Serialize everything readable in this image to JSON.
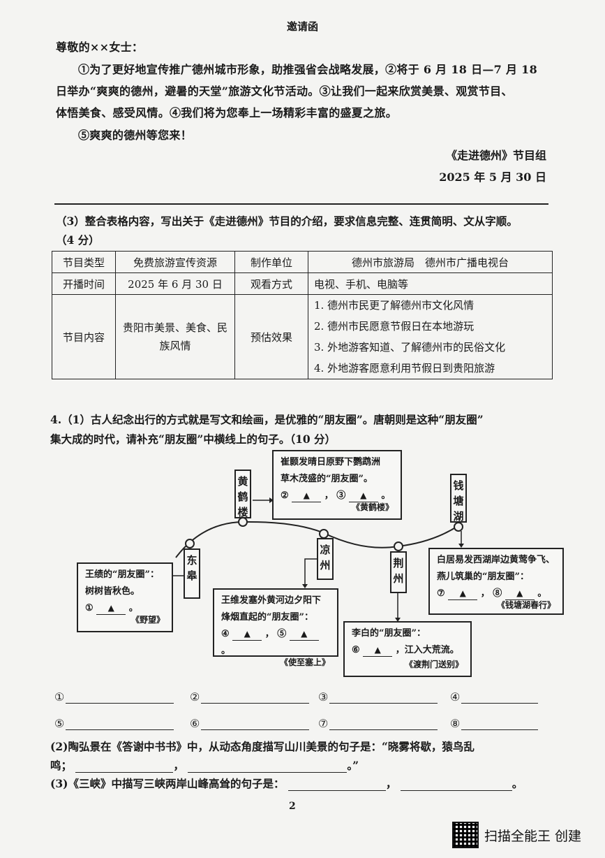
{
  "letter": {
    "title": "邀请函",
    "salutation": "尊敬的××女士：",
    "body_lines": [
      "①为了更好地宣传推广德州城市形象，助推强省会战略发展，②将于 6 月 18 日—7 月 18",
      "日举办“爽爽的德州，避暑的天堂”旅游文化节活动。③让我们一起来欣赏美景、观赏节目、",
      "体悟美食、感受风情。④我们将为您奉上一场精彩丰富的盛夏之旅。",
      "⑤爽爽的德州等您来！"
    ],
    "signature": "《走进德州》节目组",
    "date": "2025 年 5 月 30 日"
  },
  "question3": {
    "prompt": "（3）整合表格内容，写出关于《走进德州》节目的介绍，要求信息完整、连贯简明、文从字顺。",
    "score": "（4 分）",
    "table": {
      "row1": [
        "节目类型",
        "免费旅游宣传资源",
        "制作单位",
        "德州市旅游局　德州市广播电视台"
      ],
      "row2": [
        "开播时间",
        "2025 年 6 月 30 日",
        "观看方式",
        "电视、手机、电脑等"
      ],
      "row3": {
        "label": "节目内容",
        "content": "贵阳市美景、美食、民族风情",
        "effect_label": "预估效果",
        "effects": [
          "1. 德州市民更了解德州市文化风情",
          "2. 德州市民愿意节假日在本地游玩",
          "3. 外地游客知道、了解德州市的民俗文化",
          "4. 外地游客愿意利用节假日到贵阳旅游"
        ]
      }
    }
  },
  "question4": {
    "prompt_line1": "4.（1）古人纪念出行的方式就是写文和绘画，是优雅的“朋友圈”。唐朝则是这种“朋友圈”",
    "prompt_line2": "集大成的时代，请补充“朋友圈”中横线上的句子。（10 分）",
    "diagram": {
      "places": [
        "东皋",
        "黄鹤楼",
        "凉州",
        "荆州",
        "钱塘湖"
      ],
      "boxes": {
        "huanghelou": {
          "line1": "崔颢发晴日原野下鹦鹉洲",
          "line2": "草木茂盛的“朋友圈”。",
          "blanks": [
            "②",
            "③"
          ],
          "source": "《黄鹤楼》"
        },
        "donggao": {
          "line1": "王绩的“朋友圈”：",
          "line2": "树树皆秋色。",
          "blanks": [
            "①"
          ],
          "source": "《野望》"
        },
        "liangzhou": {
          "line1": "王维发塞外黄河边夕阳下",
          "line2": "烽烟直起的“朋友圈”：",
          "blanks": [
            "④",
            "⑤"
          ],
          "source": "《使至塞上》"
        },
        "jingzhou": {
          "line1": "李白的“朋友圈”：",
          "blanks": [
            "⑥"
          ],
          "after": "，江入大荒流。",
          "source": "《渡荆门送别》"
        },
        "qiantanghu": {
          "line1": "白居易发西湖岸边黄莺争飞、",
          "line2": "燕儿筑巢的“朋友圈”：",
          "blanks": [
            "⑦",
            "⑧"
          ],
          "source": "《钱塘湖春行》"
        }
      },
      "triangle": "▲"
    },
    "answer_labels": [
      "①",
      "②",
      "③",
      "④",
      "⑤",
      "⑥",
      "⑦",
      "⑧"
    ],
    "q2_line1": "(2)陶弘景在《答谢中书书》中，从动态角度描写山川美景的句子是：“晓雾将歇，猿鸟乱",
    "q2_line2_prefix": "鸣；",
    "q3": "(3)《三峡》中描写三峡两岸山峰高耸的句子是："
  },
  "page_number": "2",
  "watermark": "扫描全能王  创建"
}
